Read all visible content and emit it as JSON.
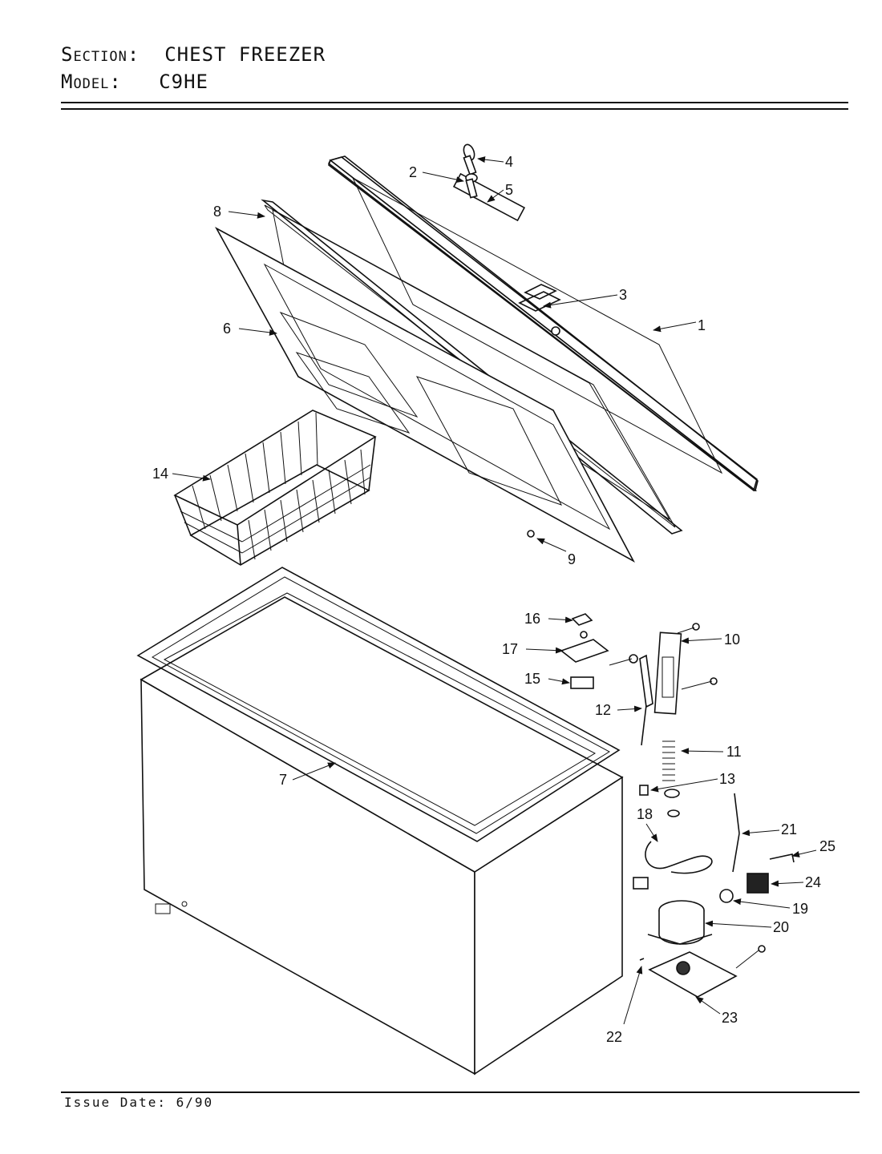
{
  "header": {
    "section_label": "Section:",
    "section_value": "CHEST FREEZER",
    "model_label": "Model:",
    "model_value": "C9HE"
  },
  "footer": {
    "issue_label": "Issue Date:",
    "issue_value": "6/90"
  },
  "callouts": {
    "c1": "1",
    "c2": "2",
    "c3": "3",
    "c4": "4",
    "c5": "5",
    "c6": "6",
    "c7": "7",
    "c8": "8",
    "c9": "9",
    "c10": "10",
    "c11": "11",
    "c12": "12",
    "c13": "13",
    "c14": "14",
    "c15": "15",
    "c16": "16",
    "c17": "17",
    "c18": "18",
    "c19": "19",
    "c20": "20",
    "c21": "21",
    "c22": "22",
    "c23": "23",
    "c24": "24",
    "c25": "25"
  }
}
